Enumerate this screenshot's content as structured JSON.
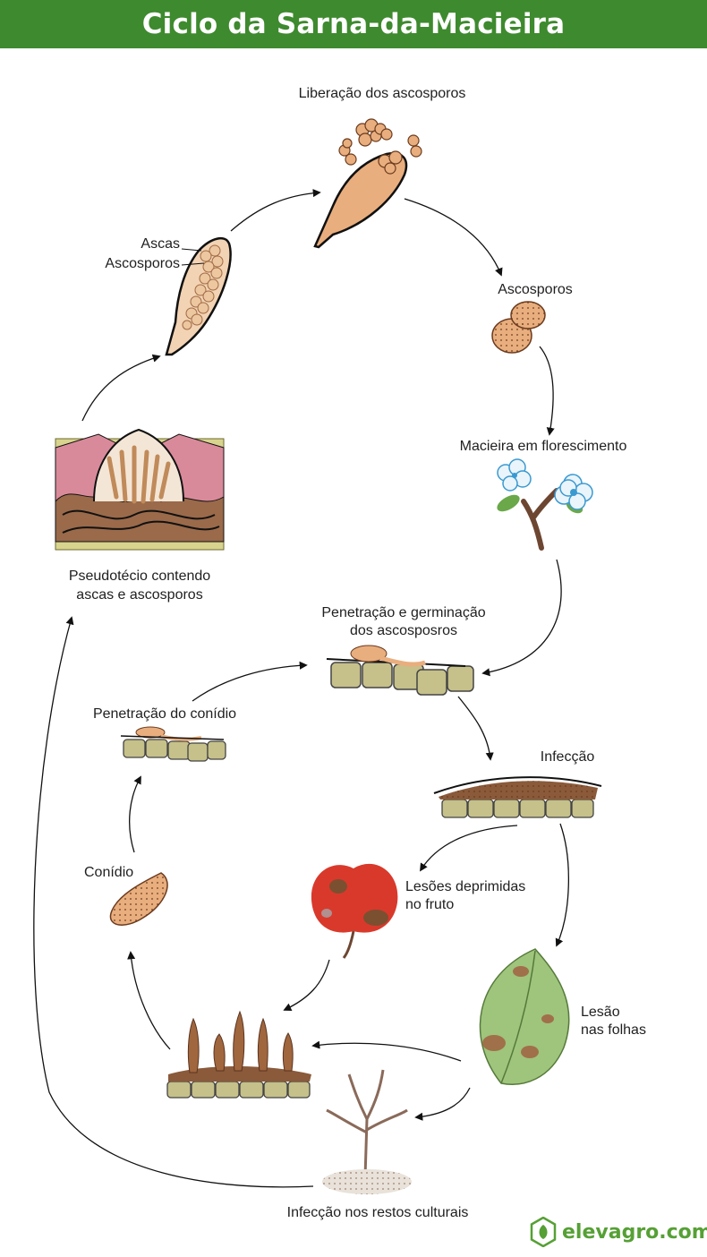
{
  "title": "Ciclo da Sarna-da-Macieira",
  "stages": {
    "release": "Liberação dos ascosporos",
    "ascospores": "Ascosporos",
    "flowering": "Macieira em florescimento",
    "asci": "Ascas",
    "asci_ascospores": "Ascosporos",
    "pseudothecium_1": "Pseudotécio contendo",
    "pseudothecium_2": "ascas e ascosporos",
    "penetration_1": "Penetração e germinação",
    "penetration_2": "dos ascosposros",
    "conidium_penetration": "Penetração do conídio",
    "infection": "Infecção",
    "fruit_lesions_1": "Lesões deprimidas",
    "fruit_lesions_2": "no fruto",
    "conidium": "Conídio",
    "leaf_lesion_1": "Lesão",
    "leaf_lesion_2": "nas folhas",
    "debris": "Infecção nos restos culturais"
  },
  "logo": {
    "text": "elevagro.com",
    "icon": "leaf-icon"
  },
  "colors": {
    "header": "#3e8a2e",
    "spore": "#e9ae7e",
    "cell": "#c6c08a",
    "lesion": "#8a5a3a",
    "leaf": "#9fc47c",
    "apple": "#d9392b"
  }
}
